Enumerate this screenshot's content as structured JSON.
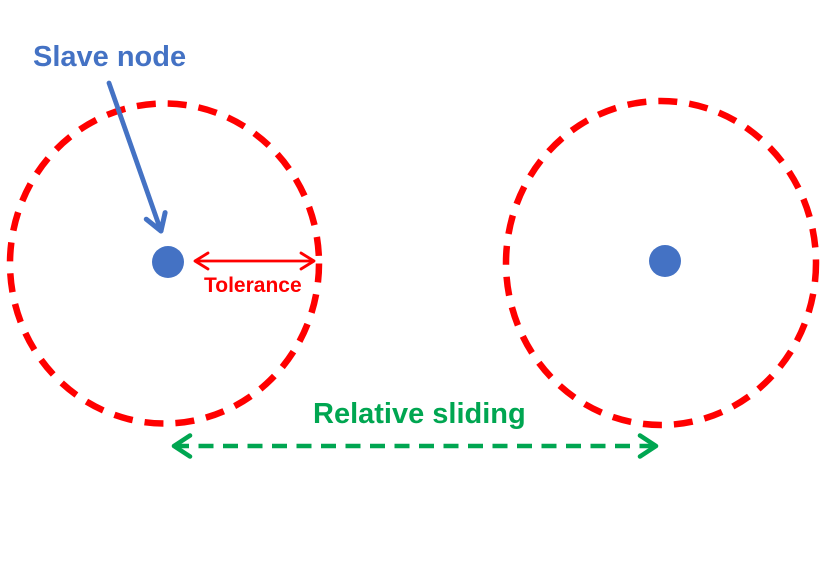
{
  "diagram": {
    "background_color": "#FFFFFF",
    "labels": {
      "slave_node": "Slave node",
      "tolerance": "Tolerance",
      "relative_sliding": "Relative sliding"
    },
    "colors": {
      "node_blue": "#4472C4",
      "tolerance_red": "#FF0000",
      "sliding_green": "#00A651"
    },
    "elements": [
      {
        "name": "tolerance-circle-left",
        "type": "dashed-ellipse",
        "color": "#FF0000"
      },
      {
        "name": "tolerance-circle-right",
        "type": "dashed-ellipse",
        "color": "#FF0000"
      },
      {
        "name": "slave-node-dot-left",
        "type": "filled-dot",
        "color": "#4472C4"
      },
      {
        "name": "slave-node-dot-right",
        "type": "filled-dot",
        "color": "#4472C4"
      },
      {
        "name": "slave-node-pointer-arrow",
        "type": "solid-arrow",
        "color": "#4472C4"
      },
      {
        "name": "tolerance-arrow",
        "type": "double-headed-arrow",
        "color": "#FF0000"
      },
      {
        "name": "relative-sliding-arrow",
        "type": "dashed-double-headed-arrow",
        "color": "#00A651"
      }
    ]
  }
}
